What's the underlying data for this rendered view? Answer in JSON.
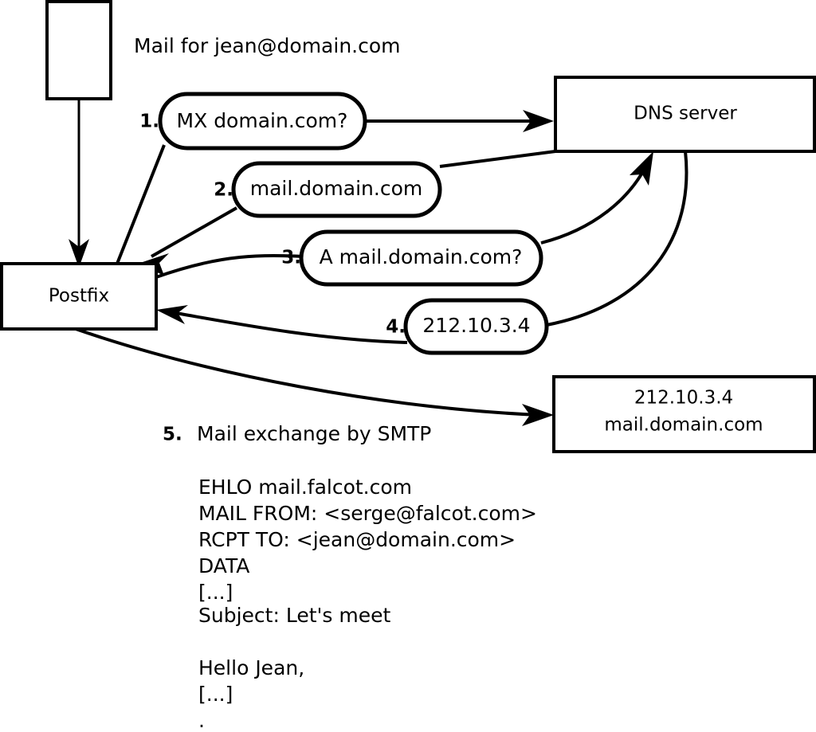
{
  "diagram": {
    "caption": "Mail for jean@domain.com",
    "nodes": [
      {
        "id": "sender",
        "label": ""
      },
      {
        "id": "postfix",
        "label": "Postfix"
      },
      {
        "id": "dns",
        "label": "DNS server"
      },
      {
        "id": "target",
        "label_line1": "212.10.3.4",
        "label_line2": "mail.domain.com"
      }
    ],
    "steps": [
      {
        "num": "1.",
        "label": "MX domain.com?"
      },
      {
        "num": "2.",
        "label": "mail.domain.com"
      },
      {
        "num": "3.",
        "label": "A mail.domain.com?"
      },
      {
        "num": "4.",
        "label": "212.10.3.4"
      }
    ],
    "step5": {
      "num": "5.",
      "label": "Mail exchange by SMTP"
    },
    "transcript": [
      "EHLO mail.falcot.com",
      "MAIL FROM: <serge@falcot.com>",
      "RCPT TO: <jean@domain.com>",
      "DATA",
      "[...]",
      "Subject: Let's meet",
      "",
      "Hello Jean,",
      "[...]",
      "."
    ],
    "colors": {
      "stroke": "#000000",
      "fill": "#ffffff",
      "background": "#ffffff"
    }
  }
}
